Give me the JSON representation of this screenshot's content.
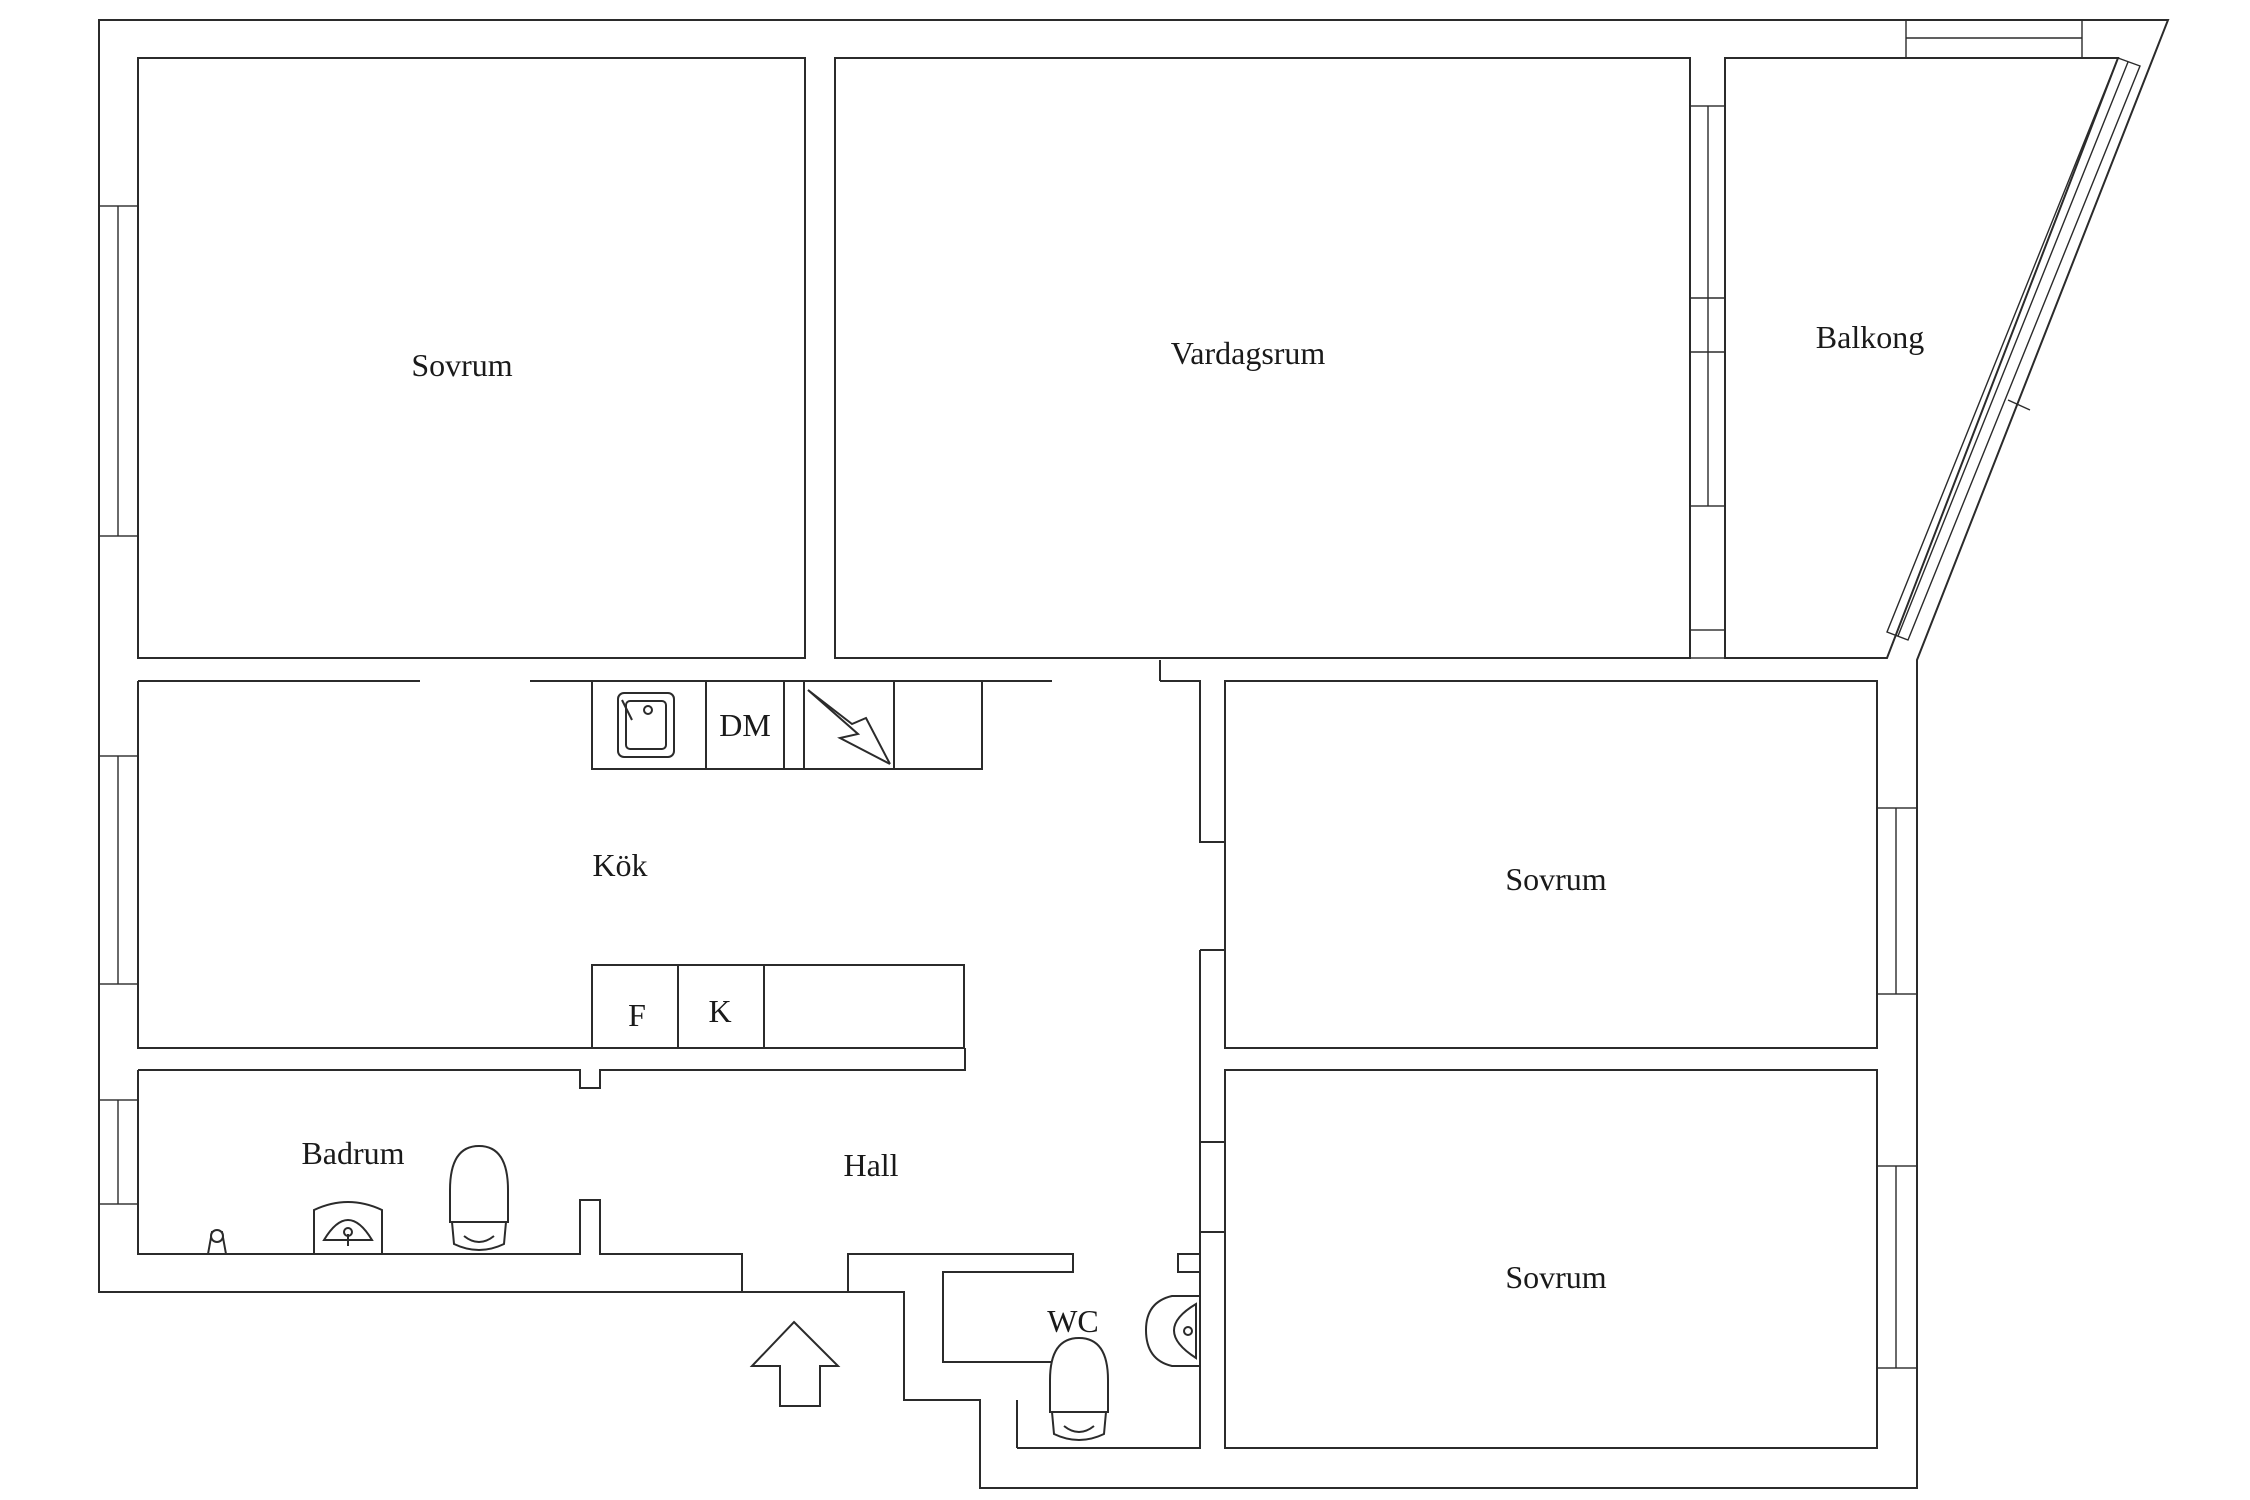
{
  "rooms": [
    {
      "key": "bedroom_1",
      "label": "Sovrum"
    },
    {
      "key": "living_room",
      "label": "Vardagsrum"
    },
    {
      "key": "balcony",
      "label": "Balkong"
    },
    {
      "key": "kitchen",
      "label": "Kök"
    },
    {
      "key": "bedroom_2",
      "label": "Sovrum"
    },
    {
      "key": "bathroom",
      "label": "Badrum"
    },
    {
      "key": "hall",
      "label": "Hall"
    },
    {
      "key": "wc",
      "label": "WC"
    },
    {
      "key": "bedroom_3",
      "label": "Sovrum"
    }
  ],
  "appliances": {
    "dishwasher": "DM",
    "freezer": "F",
    "fridge": "K"
  },
  "icons": {
    "entrance": "entrance-arrow-icon",
    "stove": "stove-icon",
    "kitchen_sink": "kitchen-sink-icon",
    "bath_sink": "bath-sink-icon",
    "toilet": "toilet-icon",
    "wc_sink": "wc-sink-icon",
    "floor_drain": "floor-drain-icon"
  },
  "colors": {
    "line": "#2b2b2b",
    "background": "#ffffff"
  }
}
